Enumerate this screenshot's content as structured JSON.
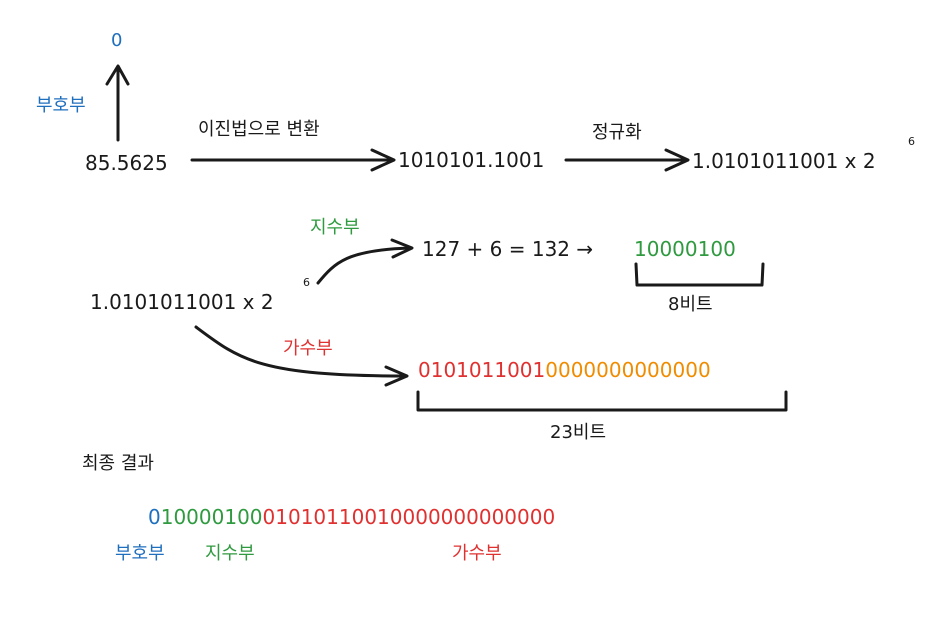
{
  "colors": {
    "sign": "#1f6fbf",
    "exponent": "#2f9a3f",
    "mantissa": "#e03131",
    "padding": "#f08c00",
    "ink": "#1a1a1a"
  },
  "top_row": {
    "sign_value": "0",
    "sign_label": "부호부",
    "decimal": "85.5625",
    "step1_label": "이진법으로 변환",
    "binary": "1010101.1001",
    "step2_label": "정규화",
    "normalized": "1.0101011001 x 2",
    "power": "6"
  },
  "middle": {
    "normalized": "1.0101011001 x 2",
    "power": "6",
    "exponent_label": "지수부",
    "exponent_calc": "127 + 6 = 132 →",
    "exponent_bits": "10000100",
    "exponent_width": "8비트",
    "mantissa_label": "가수부",
    "mantissa_bits": "0101011001",
    "mantissa_padding": "0000000000000",
    "mantissa_width": "23비트"
  },
  "final": {
    "title": "최종 결과",
    "sign_bit": "0",
    "exponent_bits": "10000100",
    "mantissa_bits": "01010110010000000000000",
    "sign_label": "부호부",
    "exponent_label": "지수부",
    "mantissa_label": "가수부"
  }
}
